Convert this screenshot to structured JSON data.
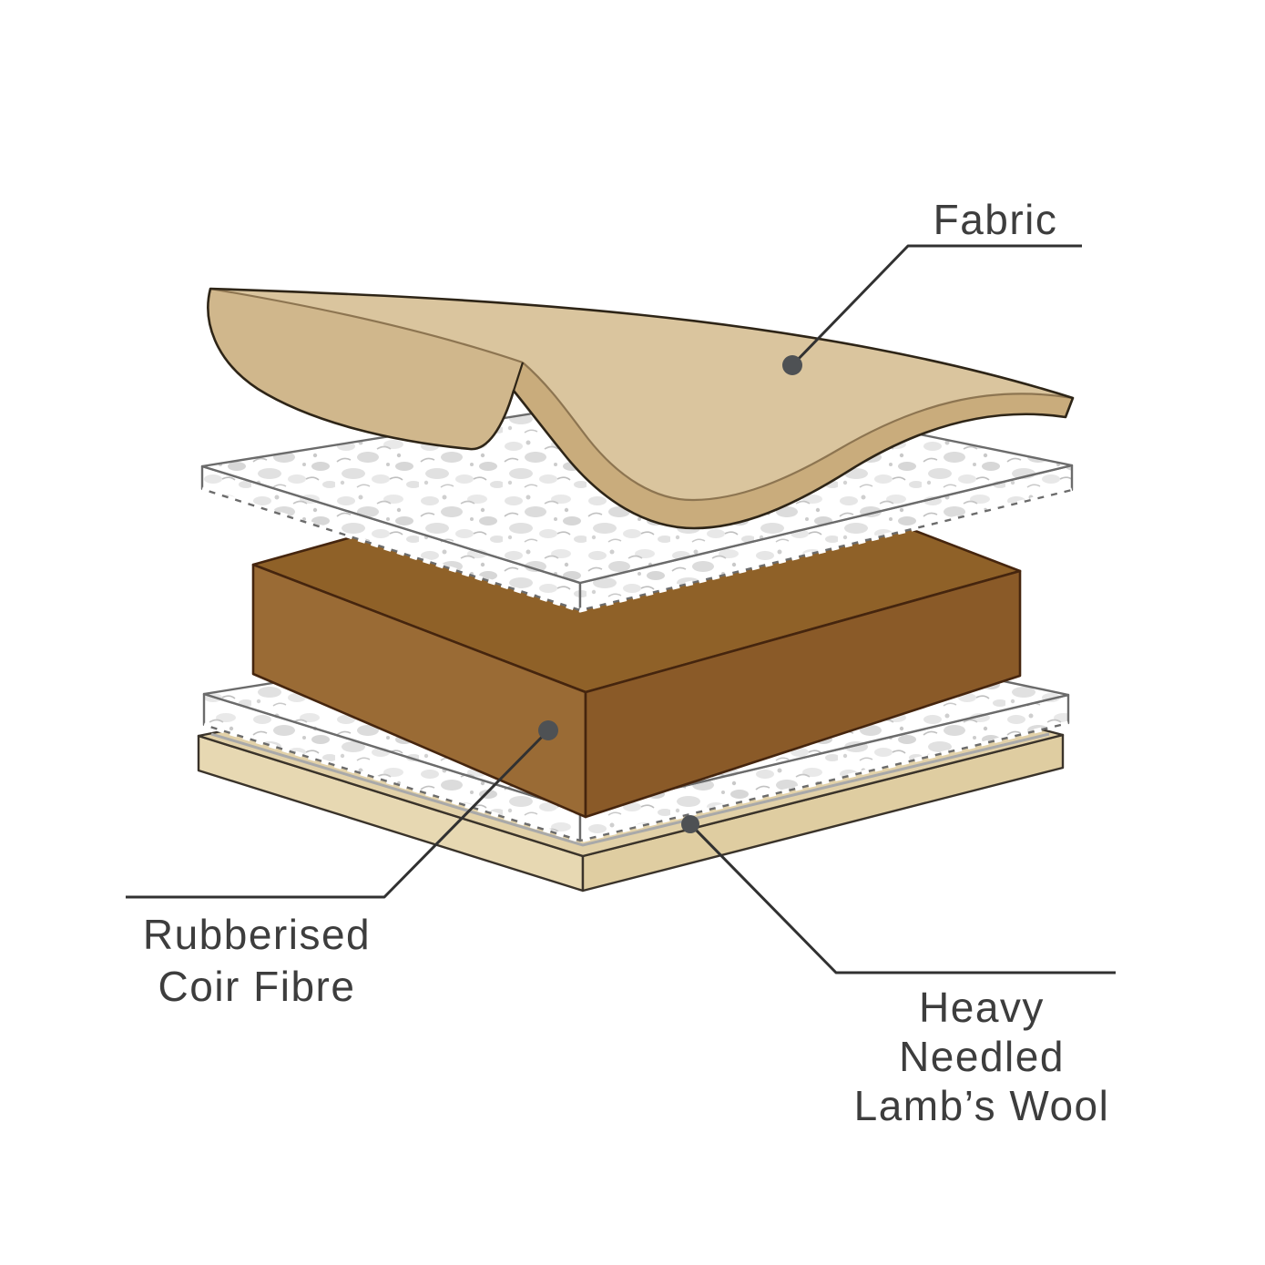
{
  "diagram": {
    "type": "exploded-layer-diagram",
    "labels": {
      "fabric": {
        "text": "Fabric"
      },
      "rubberised_coir_fibre": {
        "line1": "Rubberised",
        "line2": "Coir Fibre"
      },
      "heavy_needled_lambs_wool": {
        "line1": "Heavy",
        "line2": "Needled",
        "line3": "Lamb’s Wool"
      }
    },
    "colors": {
      "background": "#ffffff",
      "fabric_top": "#dac59e",
      "fabric_edge": "#c9ac7c",
      "fabric_curl": "#d0b78c",
      "fabric_outline": "#2e2517",
      "fabric_ridge": "#8d7551",
      "wool_white": "#ffffff",
      "wool_speckle": "#dcdcdc",
      "wool_outline": "#6b6b6b",
      "coir_top": "#8f6128",
      "coir_front": "#9a6b35",
      "coir_side": "#8a5a28",
      "coir_outline": "#45250e",
      "base_top": "#e2d1a8",
      "base_front": "#e7d8b2",
      "base_side": "#dfcda1",
      "base_outline": "#3a332a",
      "base_inset_line": "#a9a9a9",
      "leader_line": "#313131",
      "leader_dot": "#4e5154",
      "label_text": "#3d3d3d"
    }
  }
}
